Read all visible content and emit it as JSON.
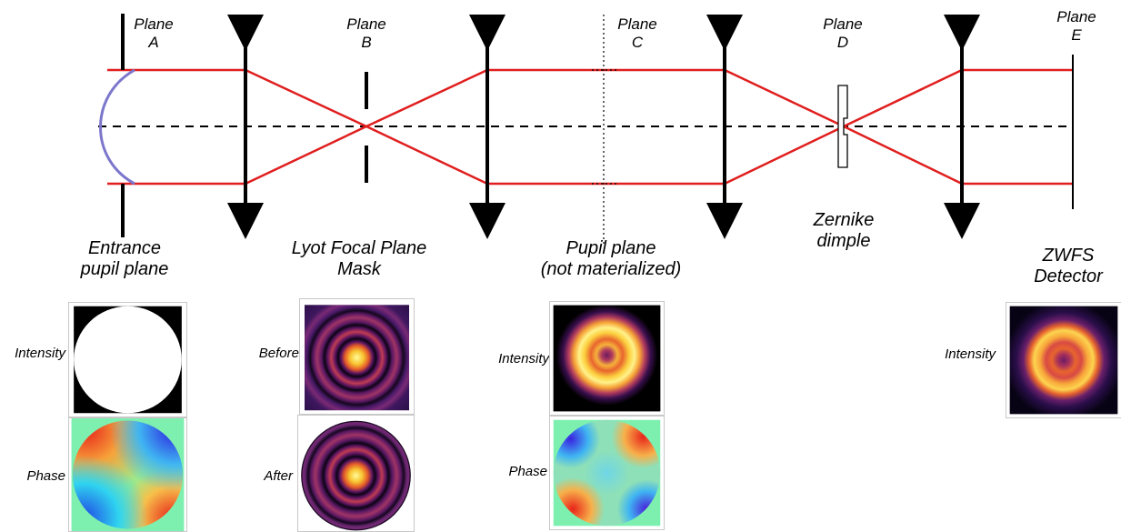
{
  "planes": {
    "a": {
      "line1": "Plane",
      "line2": "A"
    },
    "b": {
      "line1": "Plane",
      "line2": "B"
    },
    "c": {
      "line1": "Plane",
      "line2": "C"
    },
    "d": {
      "line1": "Plane",
      "line2": "D"
    },
    "e": {
      "line1": "Plane",
      "line2": "E"
    }
  },
  "sections": {
    "entrance": {
      "line1": "Entrance",
      "line2": "pupil plane"
    },
    "lyot": {
      "line1": "Lyot Focal Plane",
      "line2": "Mask"
    },
    "pupil": {
      "line1": "Pupil plane",
      "line2": "(not materialized)"
    },
    "zernike": {
      "line1": "Zernike",
      "line2": "dimple"
    },
    "zwfs": {
      "line1": "ZWFS",
      "line2": "Detector"
    }
  },
  "panel_labels": {
    "entrance_intensity": "Intensity",
    "entrance_phase": "Phase",
    "lyot_before": "Before",
    "lyot_after": "After",
    "pupil_intensity": "Intensity",
    "pupil_phase": "Phase",
    "detector_intensity": "Intensity"
  },
  "colors": {
    "beam": "#e01f1f",
    "wavefront": "#7c77cc",
    "optics": "#000000",
    "panel_border": "#c8c8c8"
  }
}
